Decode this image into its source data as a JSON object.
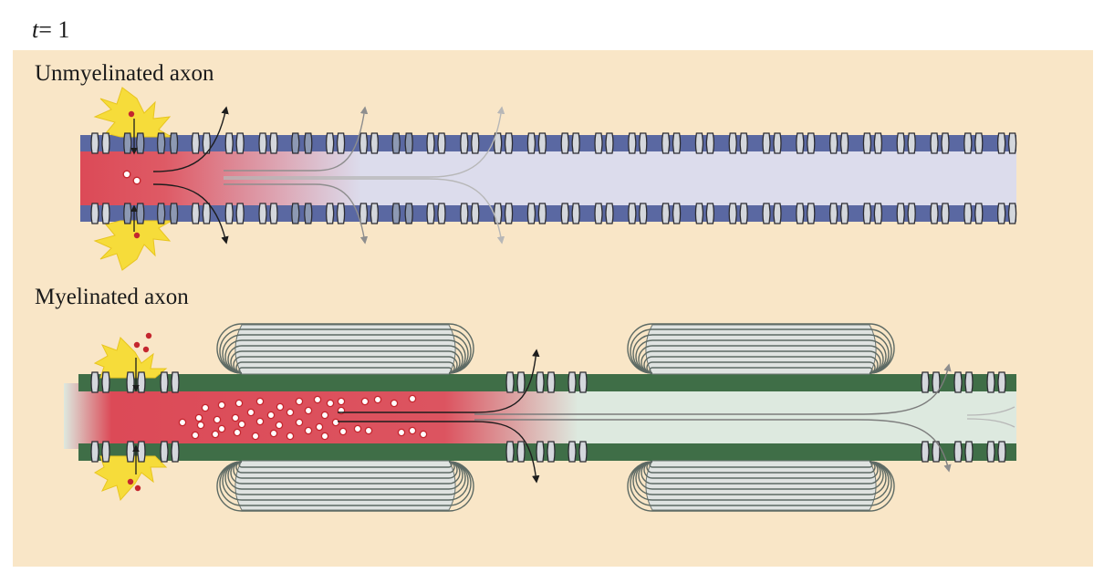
{
  "header": {
    "time_var": "t",
    "time_value": "= 1"
  },
  "sections": {
    "unmyelinated": {
      "title": "Unmyelinated axon"
    },
    "myelinated": {
      "title": "Myelinated axon"
    }
  },
  "colors": {
    "panel_bg": "#f9e6c7",
    "unmyelinated_membrane": "#5a68a2",
    "unmyelinated_interior": "#dcdcec",
    "myelinated_membrane": "#3f6e47",
    "myelinated_interior": "#dde9df",
    "depolarized": "#dc4a57",
    "myelin": "#5d6a64",
    "spark": "#f6dc3a",
    "ion": "#c4262e",
    "channel": "#d4d7dc"
  },
  "icons": [
    "voltage-gated-channel-icon",
    "ion-particle-icon",
    "spark-burst-icon",
    "current-arrow-icon",
    "myelin-sheath-icon"
  ]
}
